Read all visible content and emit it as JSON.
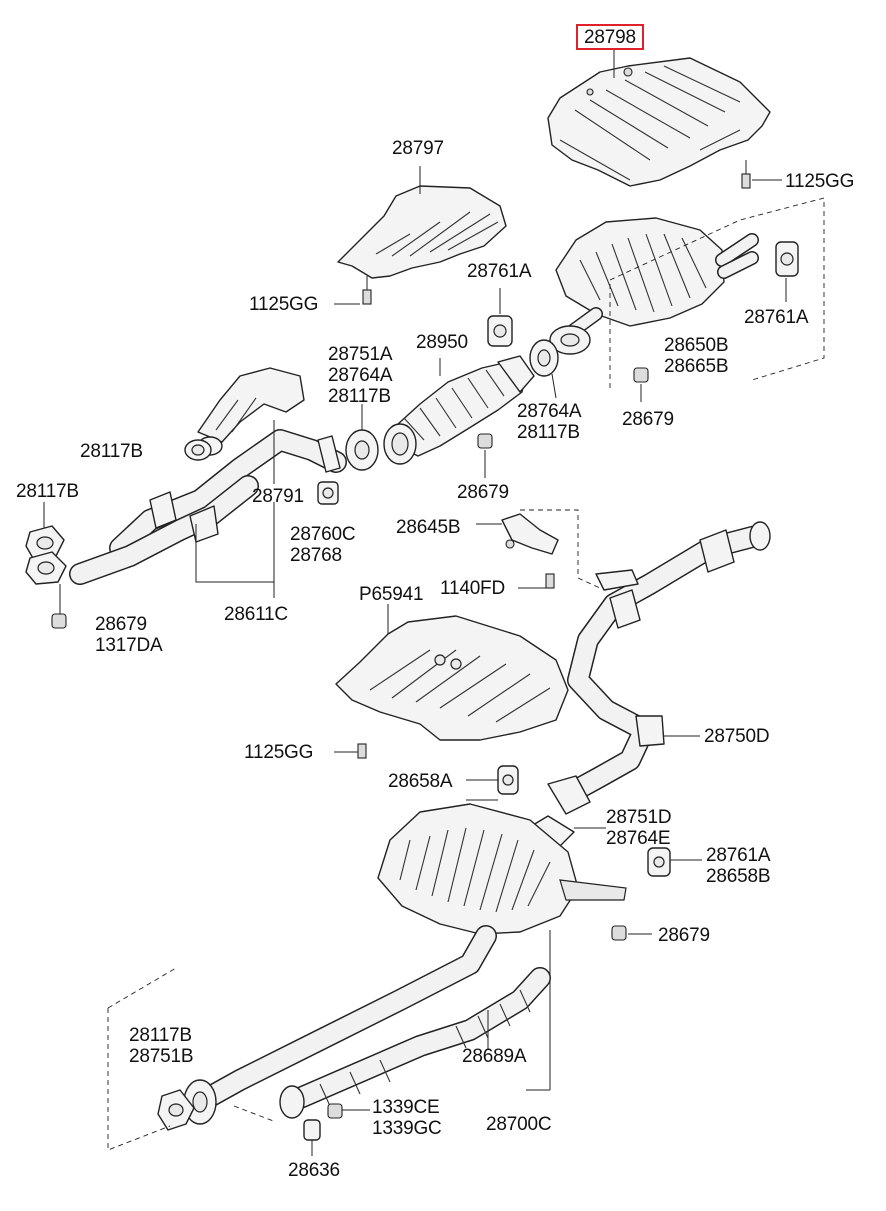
{
  "highlight_color": "#e0202a",
  "labels": {
    "p28798": "28798",
    "p1125gg_top": "1125GG",
    "p28797": "28797",
    "p1125gg_mid": "1125GG",
    "p28761a_top_left": "28761A",
    "p28761a_top_right": "28761A",
    "p28650b": "28650B",
    "p28665b": "28665B",
    "p28679_a": "28679",
    "p28751a": "28751A",
    "p28764a_a": "28764A",
    "p28117b_a": "28117B",
    "p28950": "28950",
    "p28764a_b": "28764A",
    "p28117b_b": "28117B",
    "p28117b_c": "28117B",
    "p28791": "28791",
    "p28679_b": "28679",
    "p28117b_d": "28117B",
    "p28760c": "28760C",
    "p28768": "28768",
    "p28645b": "28645B",
    "p28679_c": "28679",
    "p1317da": "1317DA",
    "p28611c": "28611C",
    "p1140fd": "1140FD",
    "p65941": "P65941",
    "p1125gg_low": "1125GG",
    "p28750d": "28750D",
    "p28658a": "28658A",
    "p28751d": "28751D",
    "p28764e": "28764E",
    "p28761a_low": "28761A",
    "p28658b": "28658B",
    "p28679_d": "28679",
    "p28117b_e": "28117B",
    "p28751b": "28751B",
    "p28689a": "28689A",
    "p1339ce": "1339CE",
    "p1339gc": "1339GC",
    "p28700c": "28700C",
    "p28636": "28636"
  }
}
